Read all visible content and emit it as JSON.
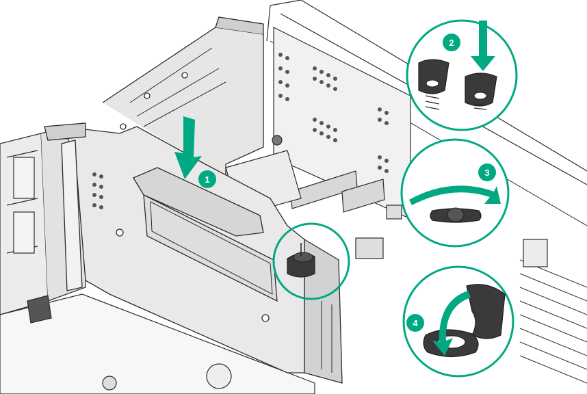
{
  "steps": [
    {
      "number": "1",
      "action": "press-down"
    },
    {
      "number": "2",
      "action": "press-down"
    },
    {
      "number": "3",
      "action": "rotate"
    },
    {
      "number": "4",
      "action": "flip"
    }
  ],
  "colors": {
    "accent": "#00A982",
    "line": "#2b2b2b",
    "metal": "#dcdcdc",
    "metal_dark": "#9a9a9a",
    "knob": "#3a3a3a"
  },
  "icons": [
    "down-arrow-icon",
    "curved-arrow-icon",
    "spring-icon",
    "thumbscrew-knob-icon"
  ]
}
